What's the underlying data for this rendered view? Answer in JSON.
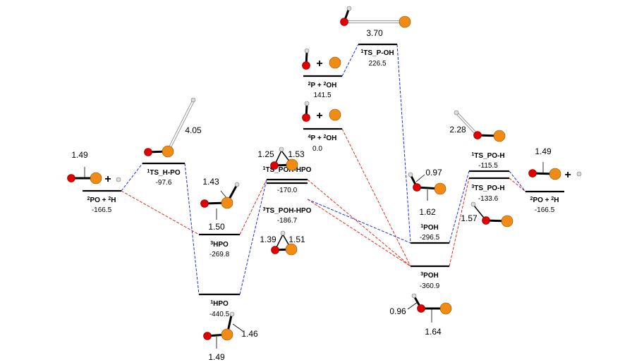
{
  "colors": {
    "singlet_path": "#1a2ee6",
    "triplet_path": "#e62a1a",
    "oxygen": "#e00000",
    "phosphorus": "#f08c14",
    "hydrogen": "#dcdcdc"
  },
  "species": {
    "po_h_left": {
      "label_sup1": "2",
      "label_a": "PO + ",
      "label_sup2": "2",
      "label_b": "H",
      "energy": "-166.5"
    },
    "ts_h_po": {
      "label_sup": "1",
      "label": "TS_H-PO",
      "energy": "-97.6"
    },
    "hpo_3": {
      "label_sup": "3",
      "label": "HPO",
      "energy": "-269.8"
    },
    "hpo_1": {
      "label_sup": "1",
      "label": "HPO",
      "energy": "-440.5"
    },
    "ts_poh_hpo_1": {
      "label_sup": "1",
      "label": "TS_POH-HPO",
      "energy": "-170.0"
    },
    "ts_poh_hpo_3": {
      "label_sup": "3",
      "label": "TS_POH-HPO",
      "energy": "-186.7"
    },
    "p_oh_2": {
      "label_sup1": "2",
      "label_a": "P + ",
      "label_sup2": "2",
      "label_b": "OH",
      "energy": "141.5"
    },
    "p_oh_4": {
      "label_sup1": "4",
      "label_a": "P + ",
      "label_sup2": "2",
      "label_b": "OH",
      "energy": "0.0"
    },
    "ts_p_oh": {
      "label_sup": "1",
      "label": "TS_P-OH",
      "energy": "226.5"
    },
    "poh_1": {
      "label_sup": "1",
      "label": "POH",
      "energy": "-296.5"
    },
    "poh_3": {
      "label_sup": "3",
      "label": "POH",
      "energy": "-360.9"
    },
    "ts_po_h_1": {
      "label_sup": "1",
      "label": "TS_PO-H",
      "energy": "-115.5"
    },
    "ts_po_h_3": {
      "label_sup": "3",
      "label": "TS_PO-H",
      "energy": "-133.6"
    },
    "po_h_right": {
      "label_sup1": "2",
      "label_a": "PO + ",
      "label_sup2": "2",
      "label_b": "H",
      "energy": "-166.5"
    }
  },
  "bond_lengths": {
    "po_left": "1.49",
    "ts_h_po": "4.05",
    "hpo3_ph": "1.43",
    "hpo3_po": "1.50",
    "hpo1_ph": "1.46",
    "hpo1_po": "1.49",
    "ts1_oh": "1.25",
    "ts1_ph": "1.53",
    "ts3_oh": "1.39",
    "ts3_ph": "1.51",
    "ts_p_oh": "3.70",
    "poh1_oh": "0.97",
    "poh1_po": "1.62",
    "poh3_oh": "0.96",
    "poh3_po": "1.64",
    "ts_po_h1": "2.28",
    "ts_po_h3": "1.57",
    "po_right": "1.49"
  },
  "plus_sign": "+"
}
